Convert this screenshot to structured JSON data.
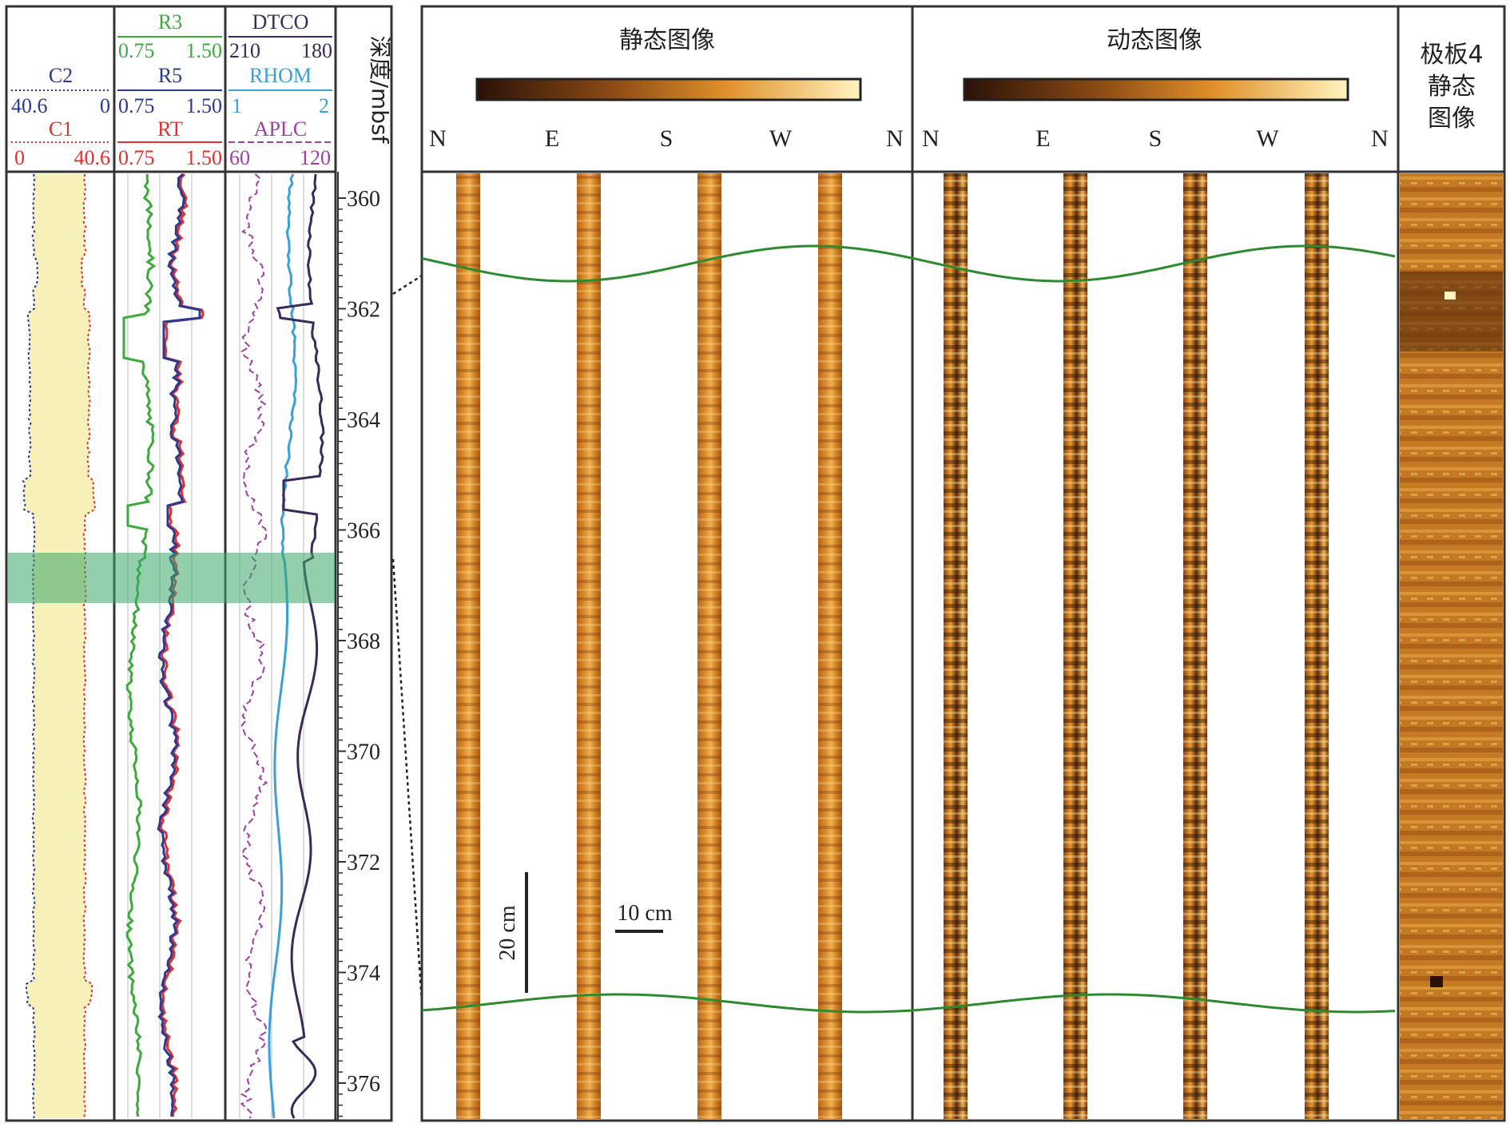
{
  "tracks": {
    "caliper": {
      "c2": {
        "name": "C2",
        "min": "40.6",
        "max": "0",
        "color": "#2b3a8f"
      },
      "c1": {
        "name": "C1",
        "min": "0",
        "max": "40.6",
        "color": "#e03030"
      }
    },
    "resistivity": {
      "r3": {
        "name": "R3",
        "min": "0.75",
        "max": "1.50",
        "color": "#3cab3c"
      },
      "r5": {
        "name": "R5",
        "min": "0.75",
        "max": "1.50",
        "color": "#2b3a8f"
      },
      "rt": {
        "name": "RT",
        "min": "0.75",
        "max": "1.50",
        "color": "#e03030"
      }
    },
    "sonic_density": {
      "dtco": {
        "name": "DTCO",
        "min": "210",
        "max": "180",
        "color": "#3a2a5a"
      },
      "rhom": {
        "name": "RHOM",
        "min": "1",
        "max": "2",
        "color": "#3aa0d8"
      },
      "aplc": {
        "name": "APLC",
        "min": "60",
        "max": "120",
        "color": "#a040a0"
      }
    },
    "depth": {
      "label": "深度/mbsf",
      "ticks": [
        "360",
        "362",
        "364",
        "366",
        "368",
        "370",
        "372",
        "374",
        "376"
      ]
    }
  },
  "images": {
    "static_title": "静态图像",
    "dynamic_title": "动态图像",
    "pad_title_lines": [
      "极板4",
      "静态",
      "图像"
    ],
    "compass": [
      "N",
      "E",
      "S",
      "W",
      "N"
    ],
    "scale_vertical": "20 cm",
    "scale_horizontal": "10 cm"
  },
  "colors": {
    "caliper_fill": "#f7f0b8",
    "highlight_band": "#3aa86a",
    "boundary_line": "#2e8a2e",
    "image_dark": "#2a1208",
    "image_mid": "#c8781a",
    "image_light": "#fff4c0",
    "frame": "#333333"
  }
}
